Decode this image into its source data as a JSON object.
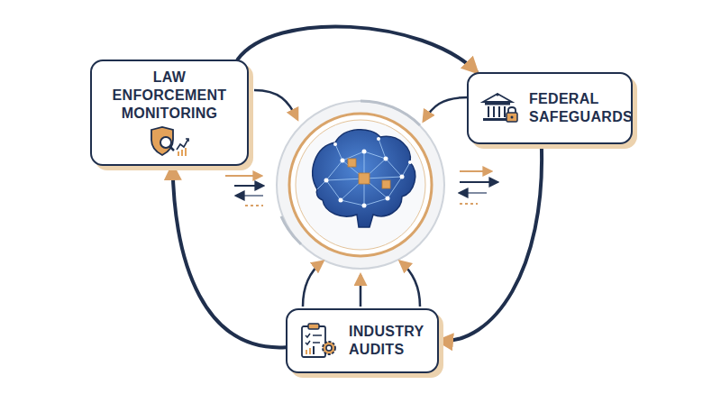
{
  "diagram": {
    "nodes": [
      {
        "text": [
          "LAW ENFORCEMENT MONITORING"
        ]
      },
      {
        "text": [
          "FEDERAL SAFEGUARDS"
        ]
      },
      {
        "text": [
          "INDUSTRY AUDITS"
        ]
      }
    ],
    "edges": [
      {
        "from": 0,
        "to": 1,
        "arrow": "to"
      },
      {
        "from": 1,
        "to": 2,
        "arrow": "to"
      },
      {
        "from": 2,
        "to": 0,
        "arrow": "to"
      }
    ]
  }
}
